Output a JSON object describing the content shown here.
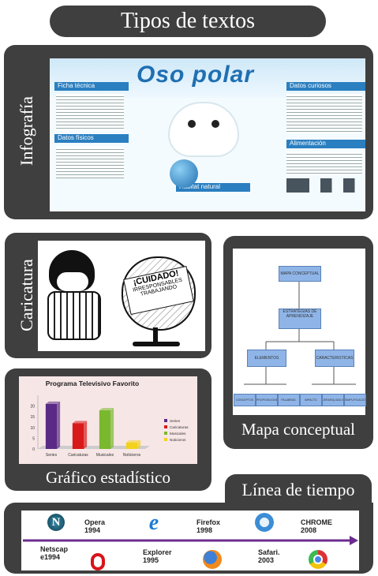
{
  "title": "Tipos de textos",
  "infografia": {
    "label": "Infografía",
    "poster_title": "Oso polar",
    "sections": [
      "Ficha técnica",
      "Datos curiosos",
      "Datos físicos",
      "Alimentación",
      "Hábitat natural"
    ]
  },
  "caricatura": {
    "label": "Caricatura",
    "sign_lines": [
      "¡CUIDADO!",
      "IRRESPONSABLES",
      "TRABAJANDO"
    ]
  },
  "mapa": {
    "label": "Mapa conceptual",
    "root": "MAPA CONCEPTUAL",
    "level1": "ESTRATEGIAS DE APRENDIZAJE",
    "level2": [
      "ELEMENTOS",
      "CARACTERISTICAS"
    ],
    "leaves": [
      "CONCEPTOS",
      "PROPOSICIONES",
      "PALABRAS-ENLACE",
      "IMPACTO VISUAL",
      "JERARQUIZACIÓN",
      "SIMPLIFICACIÓN"
    ]
  },
  "grafico": {
    "label": "Gráfico estadístico"
  },
  "linea": {
    "label": "Línea de tiempo",
    "events": [
      {
        "name": "Netscap e1994",
        "icon": "netscape-icon"
      },
      {
        "name": "Opera 1994",
        "icon": "opera-icon"
      },
      {
        "name": "Explorer 1995",
        "icon": "internet-explorer-icon"
      },
      {
        "name": "Firefox 1998",
        "icon": "firefox-icon"
      },
      {
        "name": "Safari. 2003",
        "icon": "safari-icon"
      },
      {
        "name": "CHROME 2008",
        "icon": "chrome-icon"
      }
    ]
  },
  "chart_data": {
    "type": "bar",
    "title": "Programa Televisivo Favorito",
    "categories": [
      "Series",
      "Caricaturas",
      "Musicales",
      "Noticieros"
    ],
    "values": [
      21,
      12,
      18,
      3
    ],
    "colors": [
      "#5b2a86",
      "#d91a1a",
      "#7ab82e",
      "#f2d21b"
    ],
    "ylim": [
      0,
      25
    ],
    "yticks": [
      0,
      5,
      10,
      15,
      20
    ],
    "legend": [
      "Series",
      "Caricaturas",
      "Musicales",
      "Noticieros"
    ],
    "legend_position": "right",
    "grid": false
  }
}
